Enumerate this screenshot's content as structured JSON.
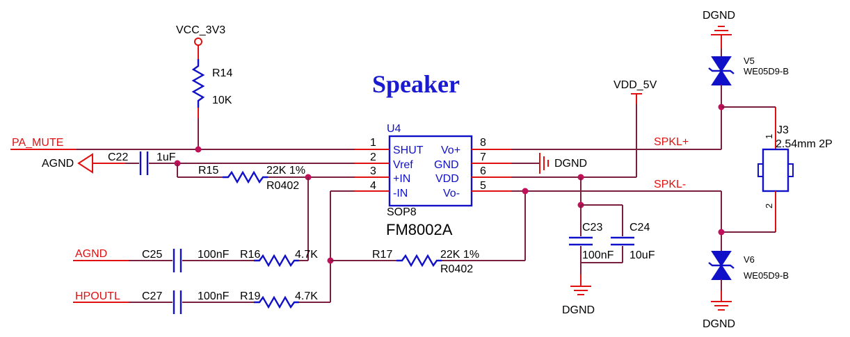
{
  "title": "Speaker",
  "ic": {
    "ref": "U4",
    "package": "SOP8",
    "part": "FM8002A",
    "pins_left": [
      {
        "num": "1",
        "name": "SHUT"
      },
      {
        "num": "2",
        "name": "Vref"
      },
      {
        "num": "3",
        "name": "+IN"
      },
      {
        "num": "4",
        "name": "-IN"
      }
    ],
    "pins_right": [
      {
        "num": "8",
        "name": "Vo+"
      },
      {
        "num": "7",
        "name": "GND"
      },
      {
        "num": "6",
        "name": "VDD"
      },
      {
        "num": "5",
        "name": "Vo-"
      }
    ]
  },
  "nets": {
    "vcc": "VCC_3V3",
    "vdd": "VDD_5V",
    "pa_mute": "PA_MUTE",
    "agnd_left": "AGND",
    "agnd_input": "AGND",
    "hpoutl": "HPOUTL",
    "spkl_plus": "SPKL+",
    "spkl_minus": "SPKL-",
    "dgnd_pin7": "DGND",
    "dgnd_caps": "DGND",
    "dgnd_v5": "DGND",
    "dgnd_v6": "DGND"
  },
  "components": {
    "r14": {
      "ref": "R14",
      "value": "10K"
    },
    "c22": {
      "ref": "C22",
      "value": "1uF"
    },
    "r15": {
      "ref": "R15",
      "value": "22K 1%",
      "footprint": "R0402"
    },
    "c25": {
      "ref": "C25",
      "value": "100nF"
    },
    "r16": {
      "ref": "R16",
      "value": "4.7K"
    },
    "r17": {
      "ref": "R17",
      "value": "22K 1%",
      "footprint": "R0402"
    },
    "c27": {
      "ref": "C27",
      "value": "100nF"
    },
    "r19": {
      "ref": "R19",
      "value": "4.7K"
    },
    "c23": {
      "ref": "C23",
      "value": "100nF"
    },
    "c24": {
      "ref": "C24",
      "value": "10uF"
    },
    "v5": {
      "ref": "V5",
      "value": "WE05D9-B"
    },
    "v6": {
      "ref": "V6",
      "value": "WE05D9-B"
    },
    "j3": {
      "ref": "J3",
      "value": "2.54mm 2P",
      "pin1": "1",
      "pin2": "2"
    }
  },
  "colors": {
    "wire": "#7a1f3d",
    "net_label": "#e01010",
    "symbol": "#1010c8",
    "junction": "#c0105a",
    "title": "#1a1ad0"
  }
}
